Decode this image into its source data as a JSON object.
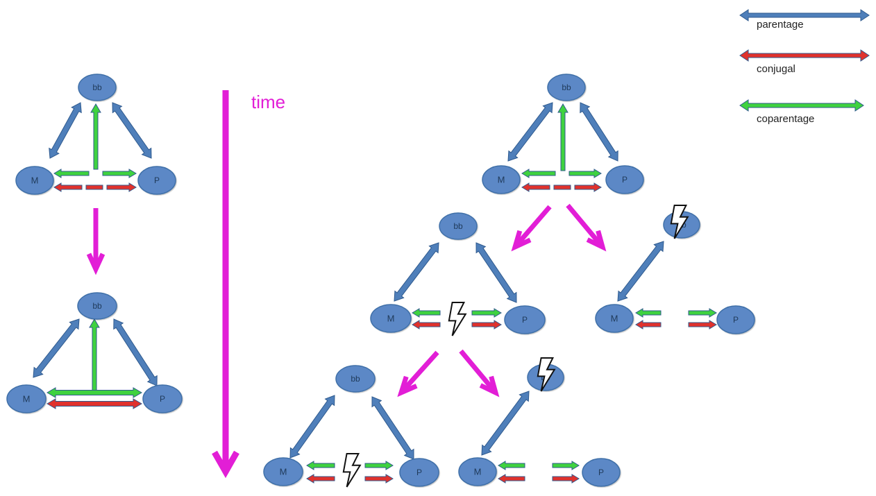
{
  "colors": {
    "node_fill": "#5b88c6",
    "node_stroke": "#3f6fa8",
    "parentage": "#4f7fba",
    "conjugal": "#e0322d",
    "coparentage": "#3fd23f",
    "time": "#e21ed6"
  },
  "time_label": "time",
  "legend": {
    "parentage": "parentage",
    "conjugal": "conjugal",
    "coparentage": "coparentage"
  },
  "node_labels": {
    "baby": "bb",
    "mother": "M",
    "father": "P"
  },
  "icons": {
    "break": "lightning-bolt-icon"
  }
}
